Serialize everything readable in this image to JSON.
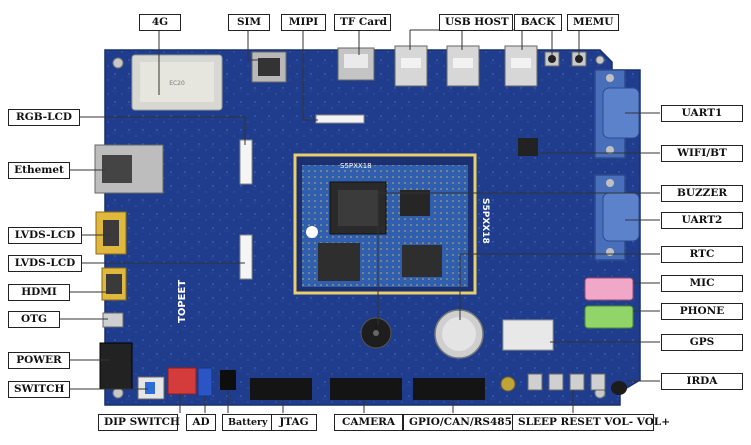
{
  "labels": {
    "4g": "4G",
    "sim": "SIM",
    "mipi": "MIPI",
    "tf_card": "TF Card",
    "usb_host": "USB HOST",
    "back": "BACK",
    "memu": "MEMU",
    "rgb_lcd": "RGB-LCD",
    "ethemet": "Ethemet",
    "lvds_lcd_1": "LVDS-LCD",
    "lvds_lcd_2": "LVDS-LCD",
    "hdmi": "HDMI",
    "otg": "OTG",
    "power": "POWER",
    "switch": "SWITCH",
    "uart1": "UART1",
    "wifi_bt": "WIFI/BT",
    "buzzer": "BUZZER",
    "uart2": "UART2",
    "rtc": "RTC",
    "mic": "MIC",
    "phone": "PHONE",
    "gps": "GPS",
    "irda": "IRDA",
    "dip_switch": "DIP SWITCH",
    "ad": "AD",
    "battery": "Battery",
    "jtag": "JTAG",
    "camera": "CAMERA",
    "gpio_can_rs485": "GPIO/CAN/RS485",
    "sleep_reset_vol": "SLEEP RESET VOL- VOL+"
  },
  "board": {
    "soc_marking": "S5PXX18",
    "soc_marking_vertical": "S5PXX18",
    "brand": "TOPEET"
  }
}
